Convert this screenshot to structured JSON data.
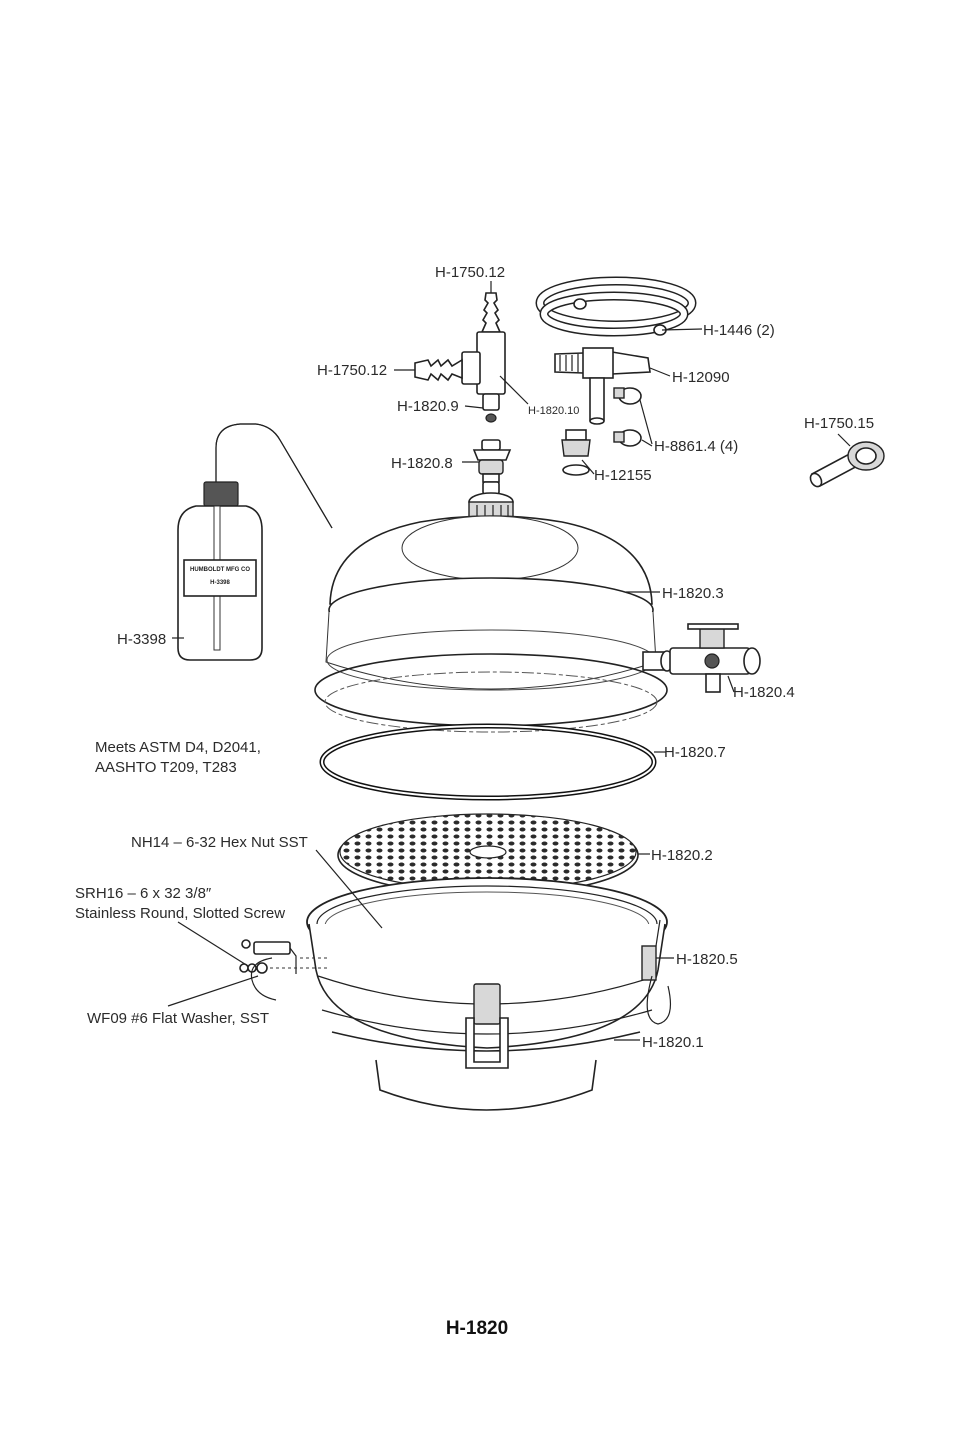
{
  "figure": {
    "id": "H-1820"
  },
  "parts": {
    "h1750_12_top": "H-1750.12",
    "h1750_12_side": "H-1750.12",
    "h1446": "H-1446 (2)",
    "h12090": "H-12090",
    "h1820_9": "H-1820.9",
    "h1820_10": "H-1820.10",
    "h8861_4": "H-8861.4 (4)",
    "h1750_15": "H-1750.15",
    "h1820_8": "H-1820.8",
    "h12155": "H-12155",
    "h1820_3": "H-1820.3",
    "h3398": "H-3398",
    "h1820_4": "H-1820.4",
    "h1820_7": "H-1820.7",
    "h1820_2": "H-1820.2",
    "h1820_5": "H-1820.5",
    "h1820_1": "H-1820.1",
    "nh14": "NH14 – 6-32 Hex Nut SST",
    "srh16_line1": "SRH16 – 6 x 32 3/8″",
    "srh16_line2": "Stainless Round, Slotted Screw",
    "wf09": "WF09 #6 Flat Washer, SST"
  },
  "notes": {
    "standards_line1": "Meets ASTM D4, D2041,",
    "standards_line2": "AASHTO T209, T283"
  },
  "bottle_label": {
    "line1": "HUMBOLDT MFG CO",
    "line2": "H-3398"
  }
}
